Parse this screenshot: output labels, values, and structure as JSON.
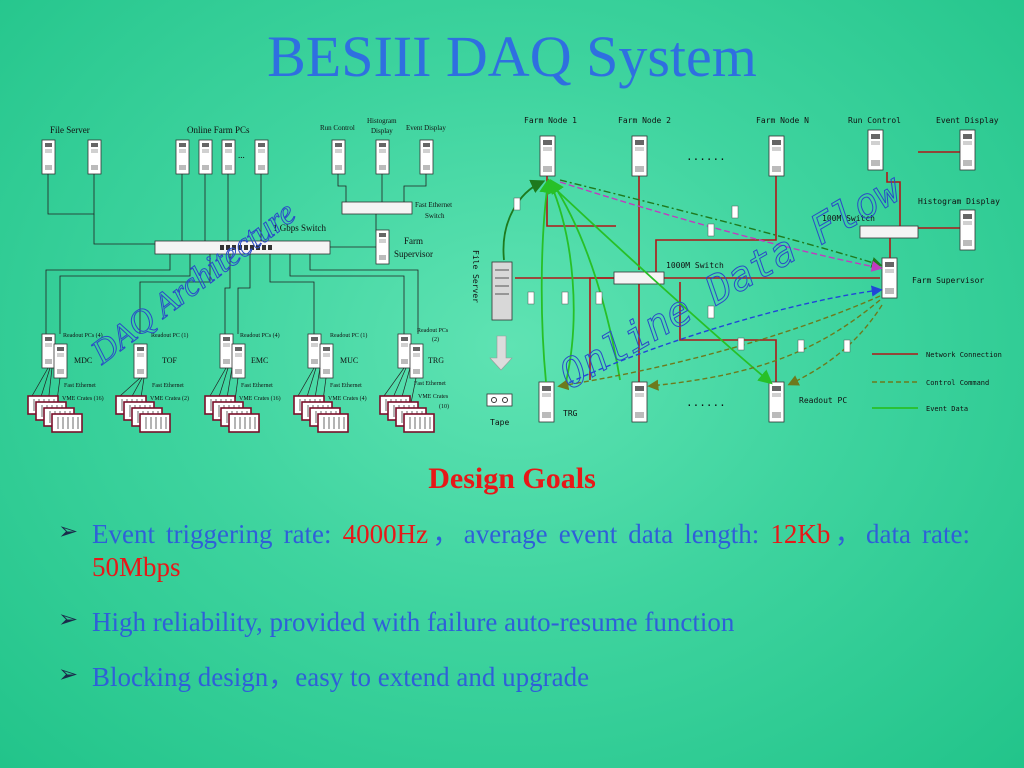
{
  "slide": {
    "title": "BESIII DAQ System",
    "goals_heading": "Design Goals"
  },
  "left_diagram": {
    "watermark": "DAQ Architecture",
    "labels": {
      "file_server": "File Server",
      "online_farm_pcs": "Online Farm PCs",
      "run_control": "Run Control",
      "histogram_display_line1": "Histogram",
      "histogram_display_line2": "Display",
      "event_display": "Event Display",
      "fast_ethernet_switch_line1": "Fast Ethernet",
      "fast_ethernet_switch_line2": "Switch",
      "gbps_switch": "1 Gbps Switch",
      "farm_supervisor_line1": "Farm",
      "farm_supervisor_line2": "Supervisor",
      "ellipsis": "..."
    },
    "subsystems": [
      {
        "name": "MDC",
        "readout": "Readout PCs (4)",
        "crates": "VME Crates (16)",
        "ethernet": "Fast Ethernet"
      },
      {
        "name": "TOF",
        "readout": "Readout PC (1)",
        "crates": "VME Cratea (2)",
        "ethernet": "Fast Ethernet"
      },
      {
        "name": "EMC",
        "readout": "Readout PCs (4)",
        "crates": "VME Crates (16)",
        "ethernet": "Fast Ethernet"
      },
      {
        "name": "MUC",
        "readout": "Readout PC (1)",
        "crates": "VME Crates (4)",
        "ethernet": "Fast Ethernet"
      },
      {
        "name": "TRG",
        "readout": "Readout PCs",
        "readout2": "(2)",
        "crates": "VME Crates",
        "crates2": "(10)",
        "ethernet": "Fast Ethernet"
      }
    ]
  },
  "right_diagram": {
    "watermark": "Online Data Flow",
    "labels": {
      "farm_node_1": "Farm Node 1",
      "farm_node_2": "Farm Node 2",
      "farm_node_n": "Farm Node N",
      "run_control": "Run Control",
      "event_display": "Event Display",
      "histogram_display": "Histogram Display",
      "switch_100m": "100M Switch",
      "switch_1000m": "1000M Switch",
      "farm_supervisor": "Farm Supervisor",
      "file_server": "File Server",
      "tape": "Tape",
      "trg": "TRG",
      "readout_pc": "Readout PC",
      "dots": "......"
    },
    "legend": [
      {
        "label": "Network Connection",
        "color": "#b01818"
      },
      {
        "label": "Control Command",
        "color": "#6d7a1c"
      },
      {
        "label": "Event Data",
        "color": "#27c027"
      }
    ],
    "colors": {
      "network": "#b01818",
      "control": "#6d7a1c",
      "event": "#27c027",
      "magenta": "#c03cc0",
      "blue": "#2046d8",
      "darkgreen": "#1e7a1e"
    }
  },
  "goals": {
    "b1_p1": "Event triggering rate: ",
    "b1_rate": "4000Hz",
    "b1_p2": "，average event data length: ",
    "b1_len": "12Kb",
    "b1_p3": "，data rate: ",
    "b1_drate": "50Mbps",
    "b2": "High reliability, provided with failure auto-resume function",
    "b3": "Blocking design，easy to extend and upgrade"
  }
}
